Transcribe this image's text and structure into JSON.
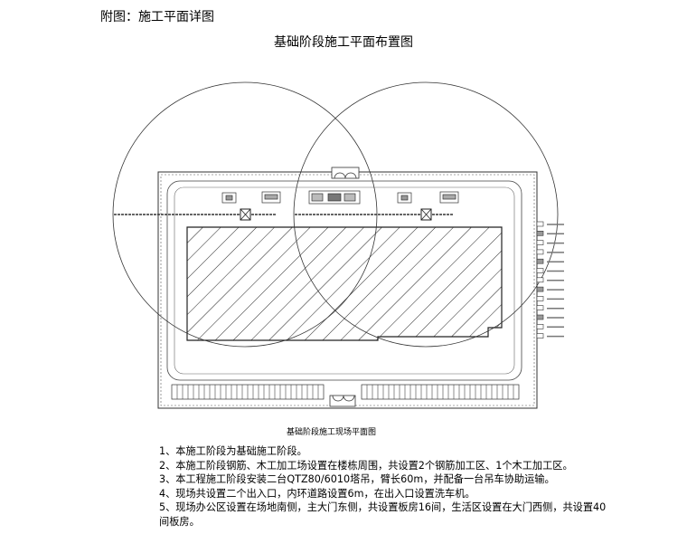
{
  "header": {
    "attachment": "附图：施工平面详图"
  },
  "drawing": {
    "title": "基础阶段施工平面布置图",
    "caption": "基础阶段施工现场平面图",
    "legend_items": [
      "",
      "",
      "",
      "",
      "",
      "",
      "",
      "",
      "",
      "",
      "",
      "",
      ""
    ]
  },
  "notes": [
    "1、本施工阶段为基础施工阶段。",
    "2、本施工阶段钢筋、木工加工场设置在楼栋周围，共设置2个钢筋加工区、1个木工加工区。",
    "3、本工程施工阶段安装二台QTZ80/6010塔吊，臂长60m，并配备一台吊车协助运输。",
    "4、现场共设置二个出入口，内环道路设置6m，在出入口设置洗车机。",
    "5、现场办公区设置在场地南侧，主大门东侧，共设置板房16间，生活区设置在大门西侧，共设置40间板房。"
  ]
}
